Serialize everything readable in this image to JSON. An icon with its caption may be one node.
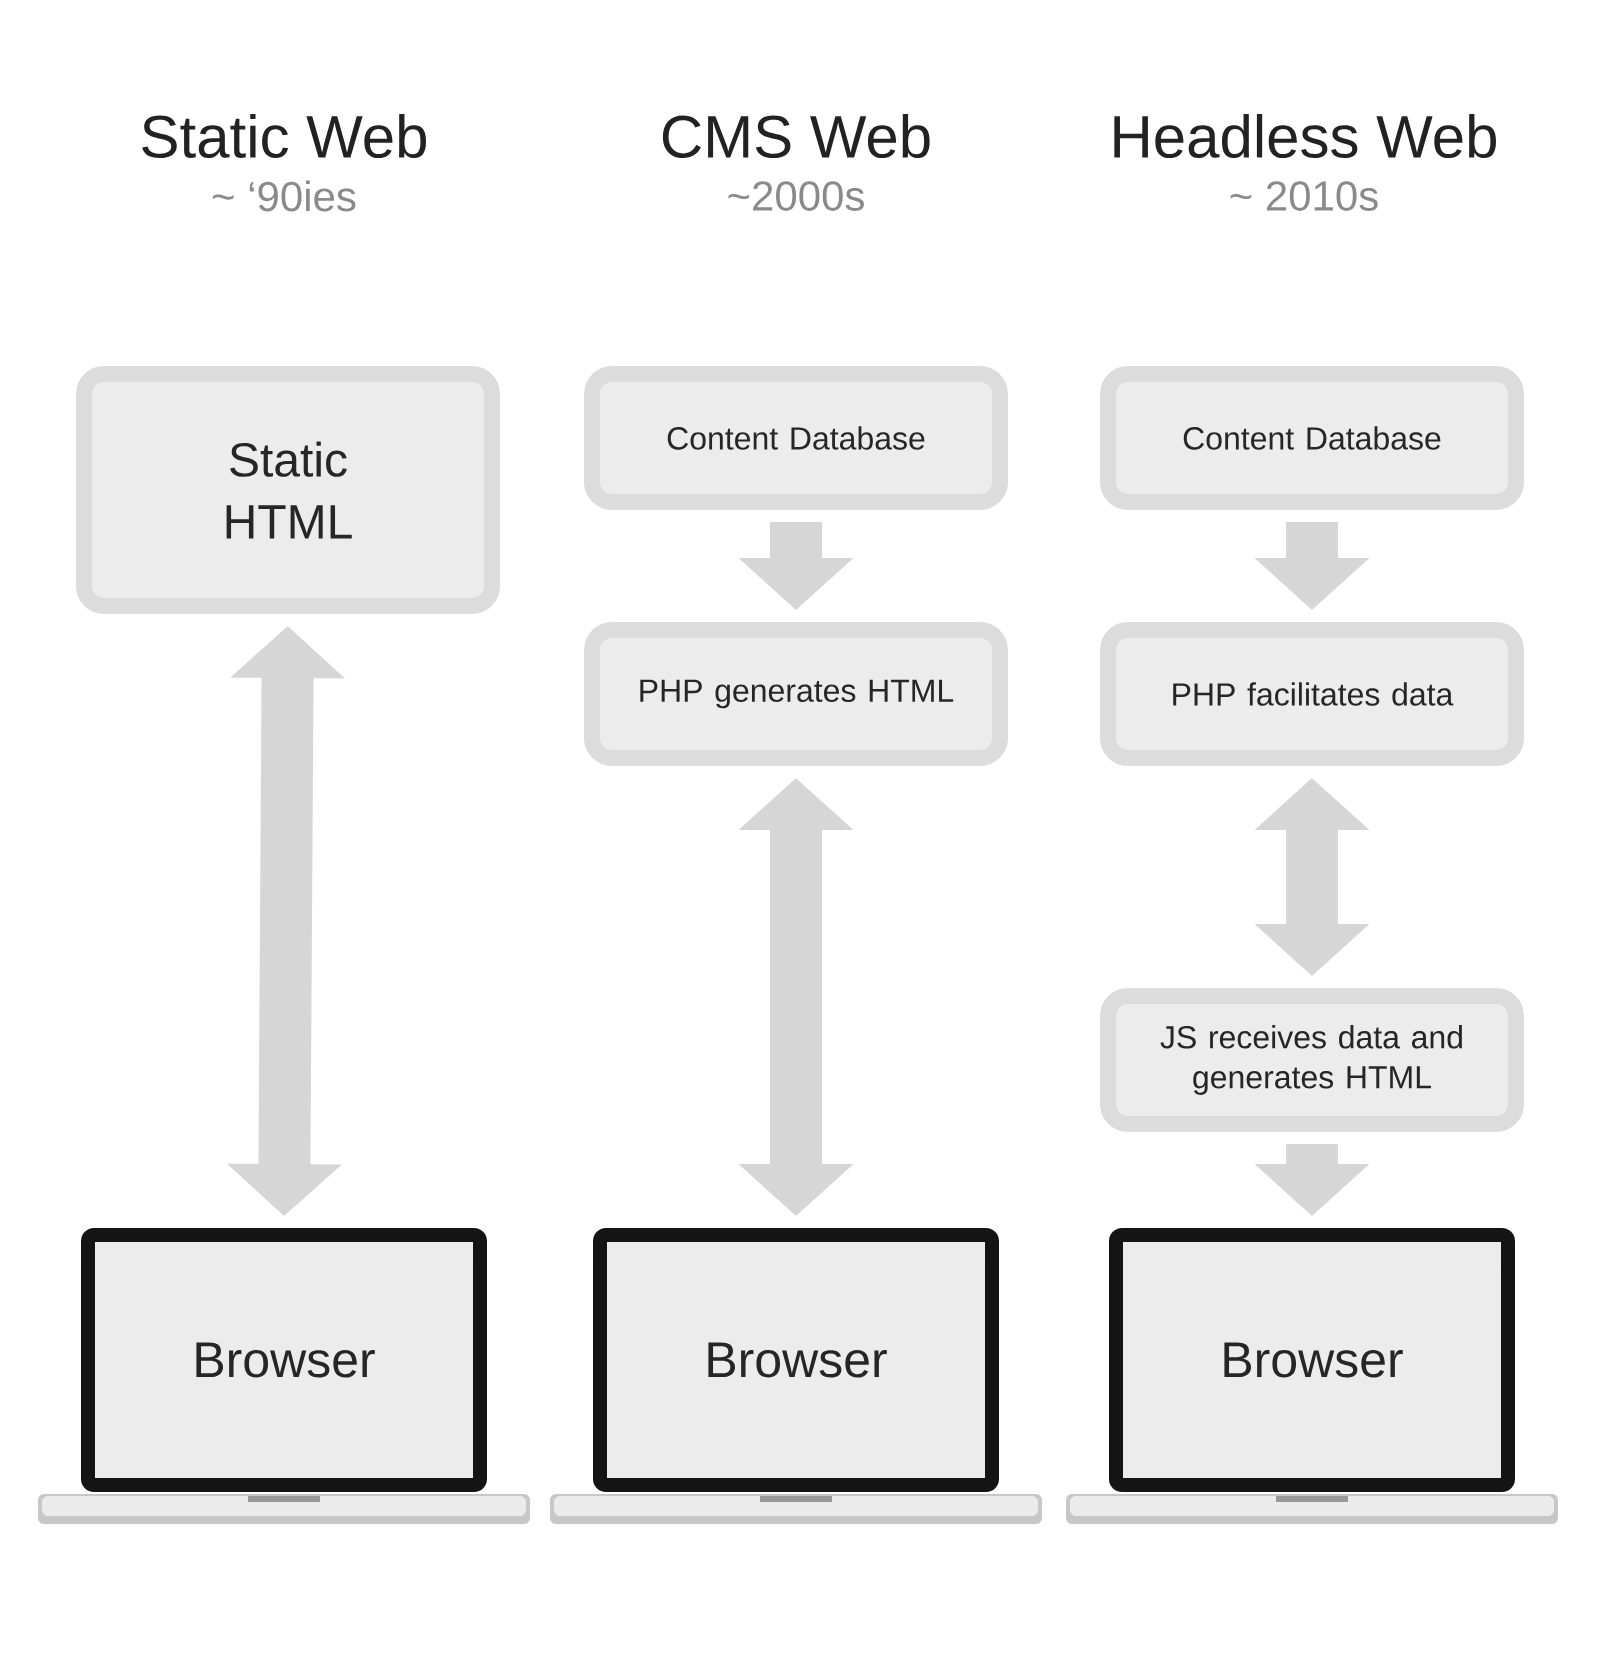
{
  "diagram": {
    "nodes": [
      {
        "text": [
          "Static HTML"
        ]
      },
      {
        "text": [
          "Browser"
        ]
      },
      {
        "text": [
          "Content Database"
        ]
      },
      {
        "text": [
          "PHP generates HTML"
        ]
      },
      {
        "text": [
          "Browser"
        ]
      },
      {
        "text": [
          "Content Database"
        ]
      },
      {
        "text": [
          "PHP facilitates data"
        ]
      },
      {
        "text": [
          "JS receives data and generates HTML"
        ]
      },
      {
        "text": [
          "Browser"
        ]
      }
    ],
    "edges": [
      {
        "from": 0,
        "to": 1,
        "arrow": "both"
      },
      {
        "from": 2,
        "to": 3,
        "arrow": "to"
      },
      {
        "from": 3,
        "to": 4,
        "arrow": "both"
      },
      {
        "from": 5,
        "to": 6,
        "arrow": "to"
      },
      {
        "from": 6,
        "to": 7,
        "arrow": "both"
      },
      {
        "from": 7,
        "to": 8,
        "arrow": "to"
      }
    ],
    "labels": [
      "Static Web",
      "~ ‘90ies",
      "CMS Web",
      "~2000s",
      "Headless Web",
      "~ 2010s"
    ]
  }
}
